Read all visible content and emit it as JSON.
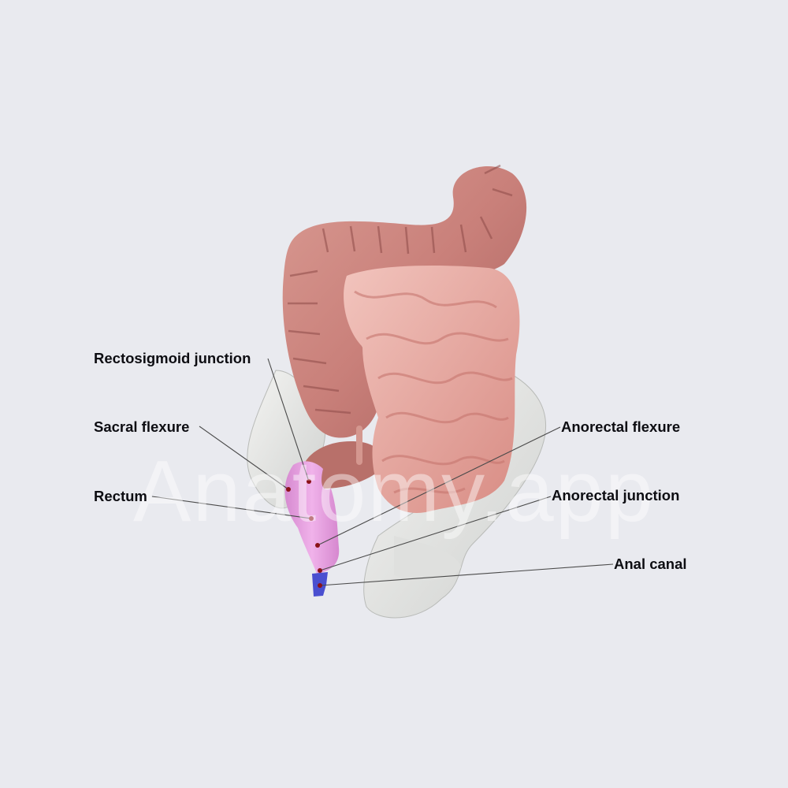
{
  "diagram": {
    "background_color": "#e9eaef",
    "watermark": "Anatomy.app",
    "subject": "Large intestine with rectum and anal canal highlighted over pelvic bones",
    "highlight_colors": {
      "rectum": "#e79ee0",
      "anal_canal": "#4a4fd0",
      "marker": "#8b1218",
      "leader_line": "#4a4a4a"
    },
    "labels": [
      {
        "id": "rectosigmoid-junction",
        "text": "Rectosigmoid junction",
        "side": "left"
      },
      {
        "id": "sacral-flexure",
        "text": "Sacral flexure",
        "side": "left"
      },
      {
        "id": "rectum",
        "text": "Rectum",
        "side": "left"
      },
      {
        "id": "anorectal-flexure",
        "text": "Anorectal flexure",
        "side": "right"
      },
      {
        "id": "anorectal-junction",
        "text": "Anorectal junction",
        "side": "right"
      },
      {
        "id": "anal-canal",
        "text": "Anal canal",
        "side": "right"
      }
    ]
  }
}
